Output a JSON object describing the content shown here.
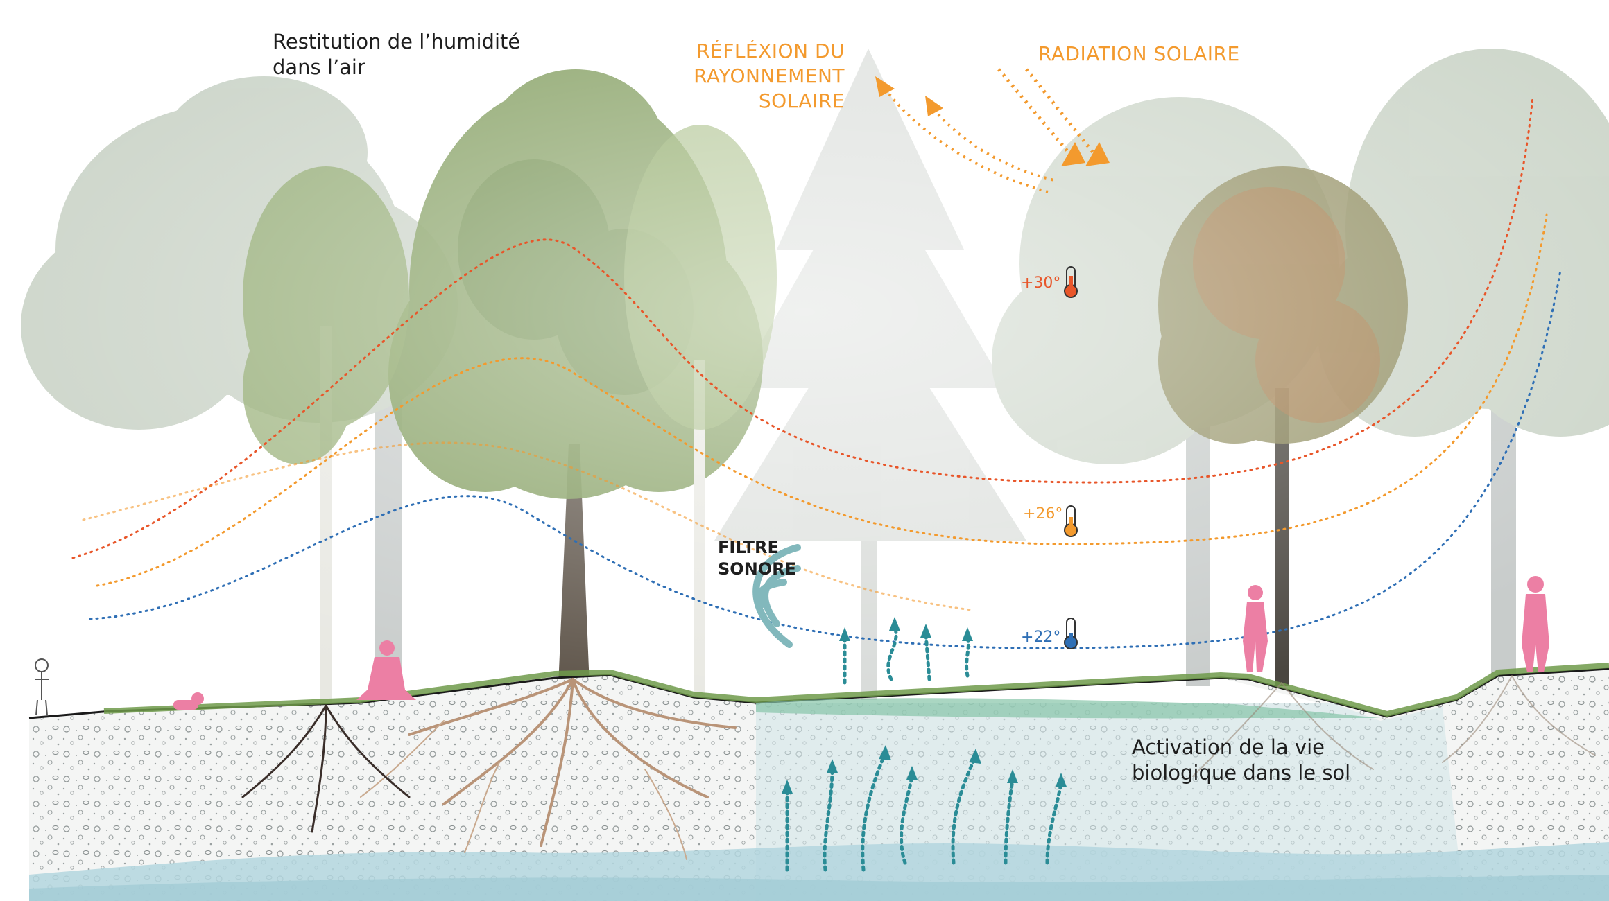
{
  "labels": {
    "humidity": [
      "Restitution de l’humidité",
      "dans l’air"
    ],
    "reflection": [
      "RÉFLÉXION DU",
      "RAYONNEMENT",
      "SOLAIRE"
    ],
    "radiation": "RADIATION SOLAIRE",
    "sound_filter": [
      "FILTRE",
      "SONORE"
    ],
    "soil_life": [
      "Activation de la vie",
      "biologique dans le sol"
    ]
  },
  "temperatures": [
    {
      "text": "+30°",
      "color": "#e8562a"
    },
    {
      "text": "+26°",
      "color": "#f39a2e"
    },
    {
      "text": "+22°",
      "color": "#2f6fb5"
    }
  ],
  "colors": {
    "orange": "#f39a2e",
    "red": "#e8562a",
    "blue": "#2f6fb5",
    "teal": "#2a8c96",
    "pink": "#ec7fa4",
    "soil": "#eef1f1",
    "groundwater": "#b3d6de",
    "grass": "#6f9a4a"
  },
  "icons": [
    "thermometer-icon",
    "sound-wave-icon",
    "person-silhouette-icon",
    "tree-icon",
    "roots-icon",
    "arrow-icon"
  ]
}
